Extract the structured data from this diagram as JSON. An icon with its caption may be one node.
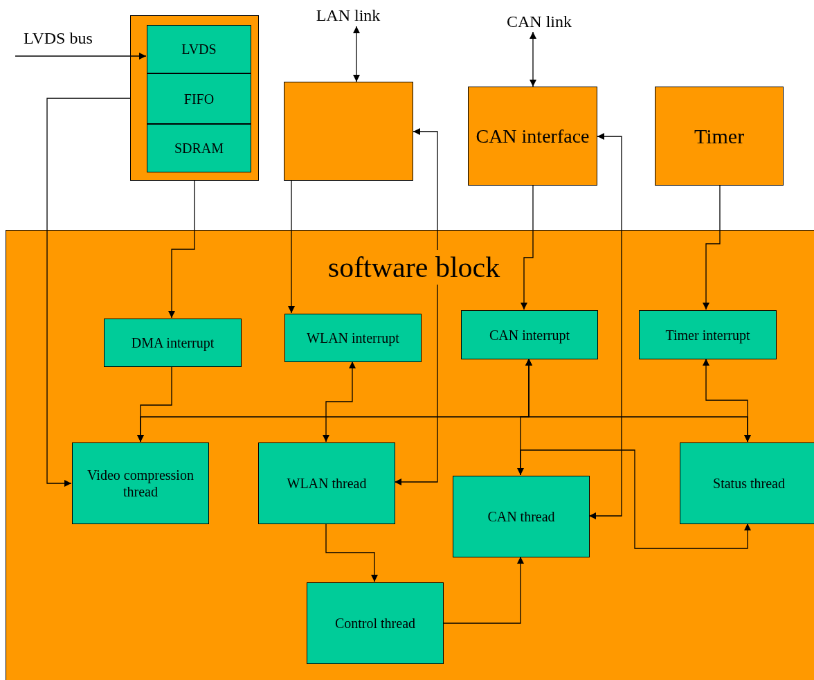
{
  "diagram": {
    "nodes": [
      {
        "text": [],
        "shape": "box"
      },
      {
        "text": [
          "LVDS"
        ],
        "in": 0
      },
      {
        "text": [
          "FIFO"
        ],
        "in": 0
      },
      {
        "text": [
          "SDRAM"
        ],
        "in": 0
      },
      {
        "text": [
          "LAN  link"
        ]
      },
      {
        "text": [],
        "shape": "box"
      },
      {
        "text": [
          "CAN link"
        ]
      },
      {
        "text": [
          "CAN interface"
        ]
      },
      {
        "text": [
          "Timer"
        ]
      },
      {
        "text": [
          "software block"
        ]
      },
      {
        "text": [
          "DMA interrupt"
        ],
        "in": 9
      },
      {
        "text": [
          "WLAN interrupt"
        ],
        "in": 9
      },
      {
        "text": [
          "CAN interrupt"
        ],
        "in": 9
      },
      {
        "text": [
          "Timer interrupt"
        ],
        "in": 9
      },
      {
        "text": [
          "Video compression thread"
        ],
        "in": 9
      },
      {
        "text": [
          "WLAN thread"
        ],
        "in": 9
      },
      {
        "text": [
          "CAN thread"
        ],
        "in": 9
      },
      {
        "text": [
          "Status thread"
        ],
        "in": 9
      },
      {
        "text": [
          "Control thread"
        ],
        "in": 9
      }
    ],
    "edges": [
      {
        "from": null,
        "to": 1,
        "arrow": "to"
      },
      {
        "from": 0,
        "to": 14,
        "arrow": "to"
      },
      {
        "from": 0,
        "to": 10,
        "arrow": "to"
      },
      {
        "from": 4,
        "to": 5,
        "arrow": "both"
      },
      {
        "from": 5,
        "to": 11,
        "arrow": "to"
      },
      {
        "from": 6,
        "to": 7,
        "arrow": "both"
      },
      {
        "from": 7,
        "to": 12,
        "arrow": "to"
      },
      {
        "from": 8,
        "to": 13,
        "arrow": "to"
      },
      {
        "from": 10,
        "to": 14,
        "arrow": "to"
      },
      {
        "from": 11,
        "to": 15,
        "arrow": "both"
      },
      {
        "from": 15,
        "to": 5,
        "arrow": "both"
      },
      {
        "from": 16,
        "to": 7,
        "arrow": "both"
      },
      {
        "from": 12,
        "to": 14,
        "arrow": "both"
      },
      {
        "from": 12,
        "to": 16,
        "arrow": "both"
      },
      {
        "from": 12,
        "to": 17,
        "arrow": "both"
      },
      {
        "from": 13,
        "to": 17,
        "arrow": "both"
      },
      {
        "from": 16,
        "to": 17,
        "arrow": "to"
      },
      {
        "from": 15,
        "to": 18,
        "arrow": "to"
      },
      {
        "from": 18,
        "to": 16,
        "arrow": "to"
      }
    ],
    "labels": [
      "LVDS bus"
    ]
  }
}
